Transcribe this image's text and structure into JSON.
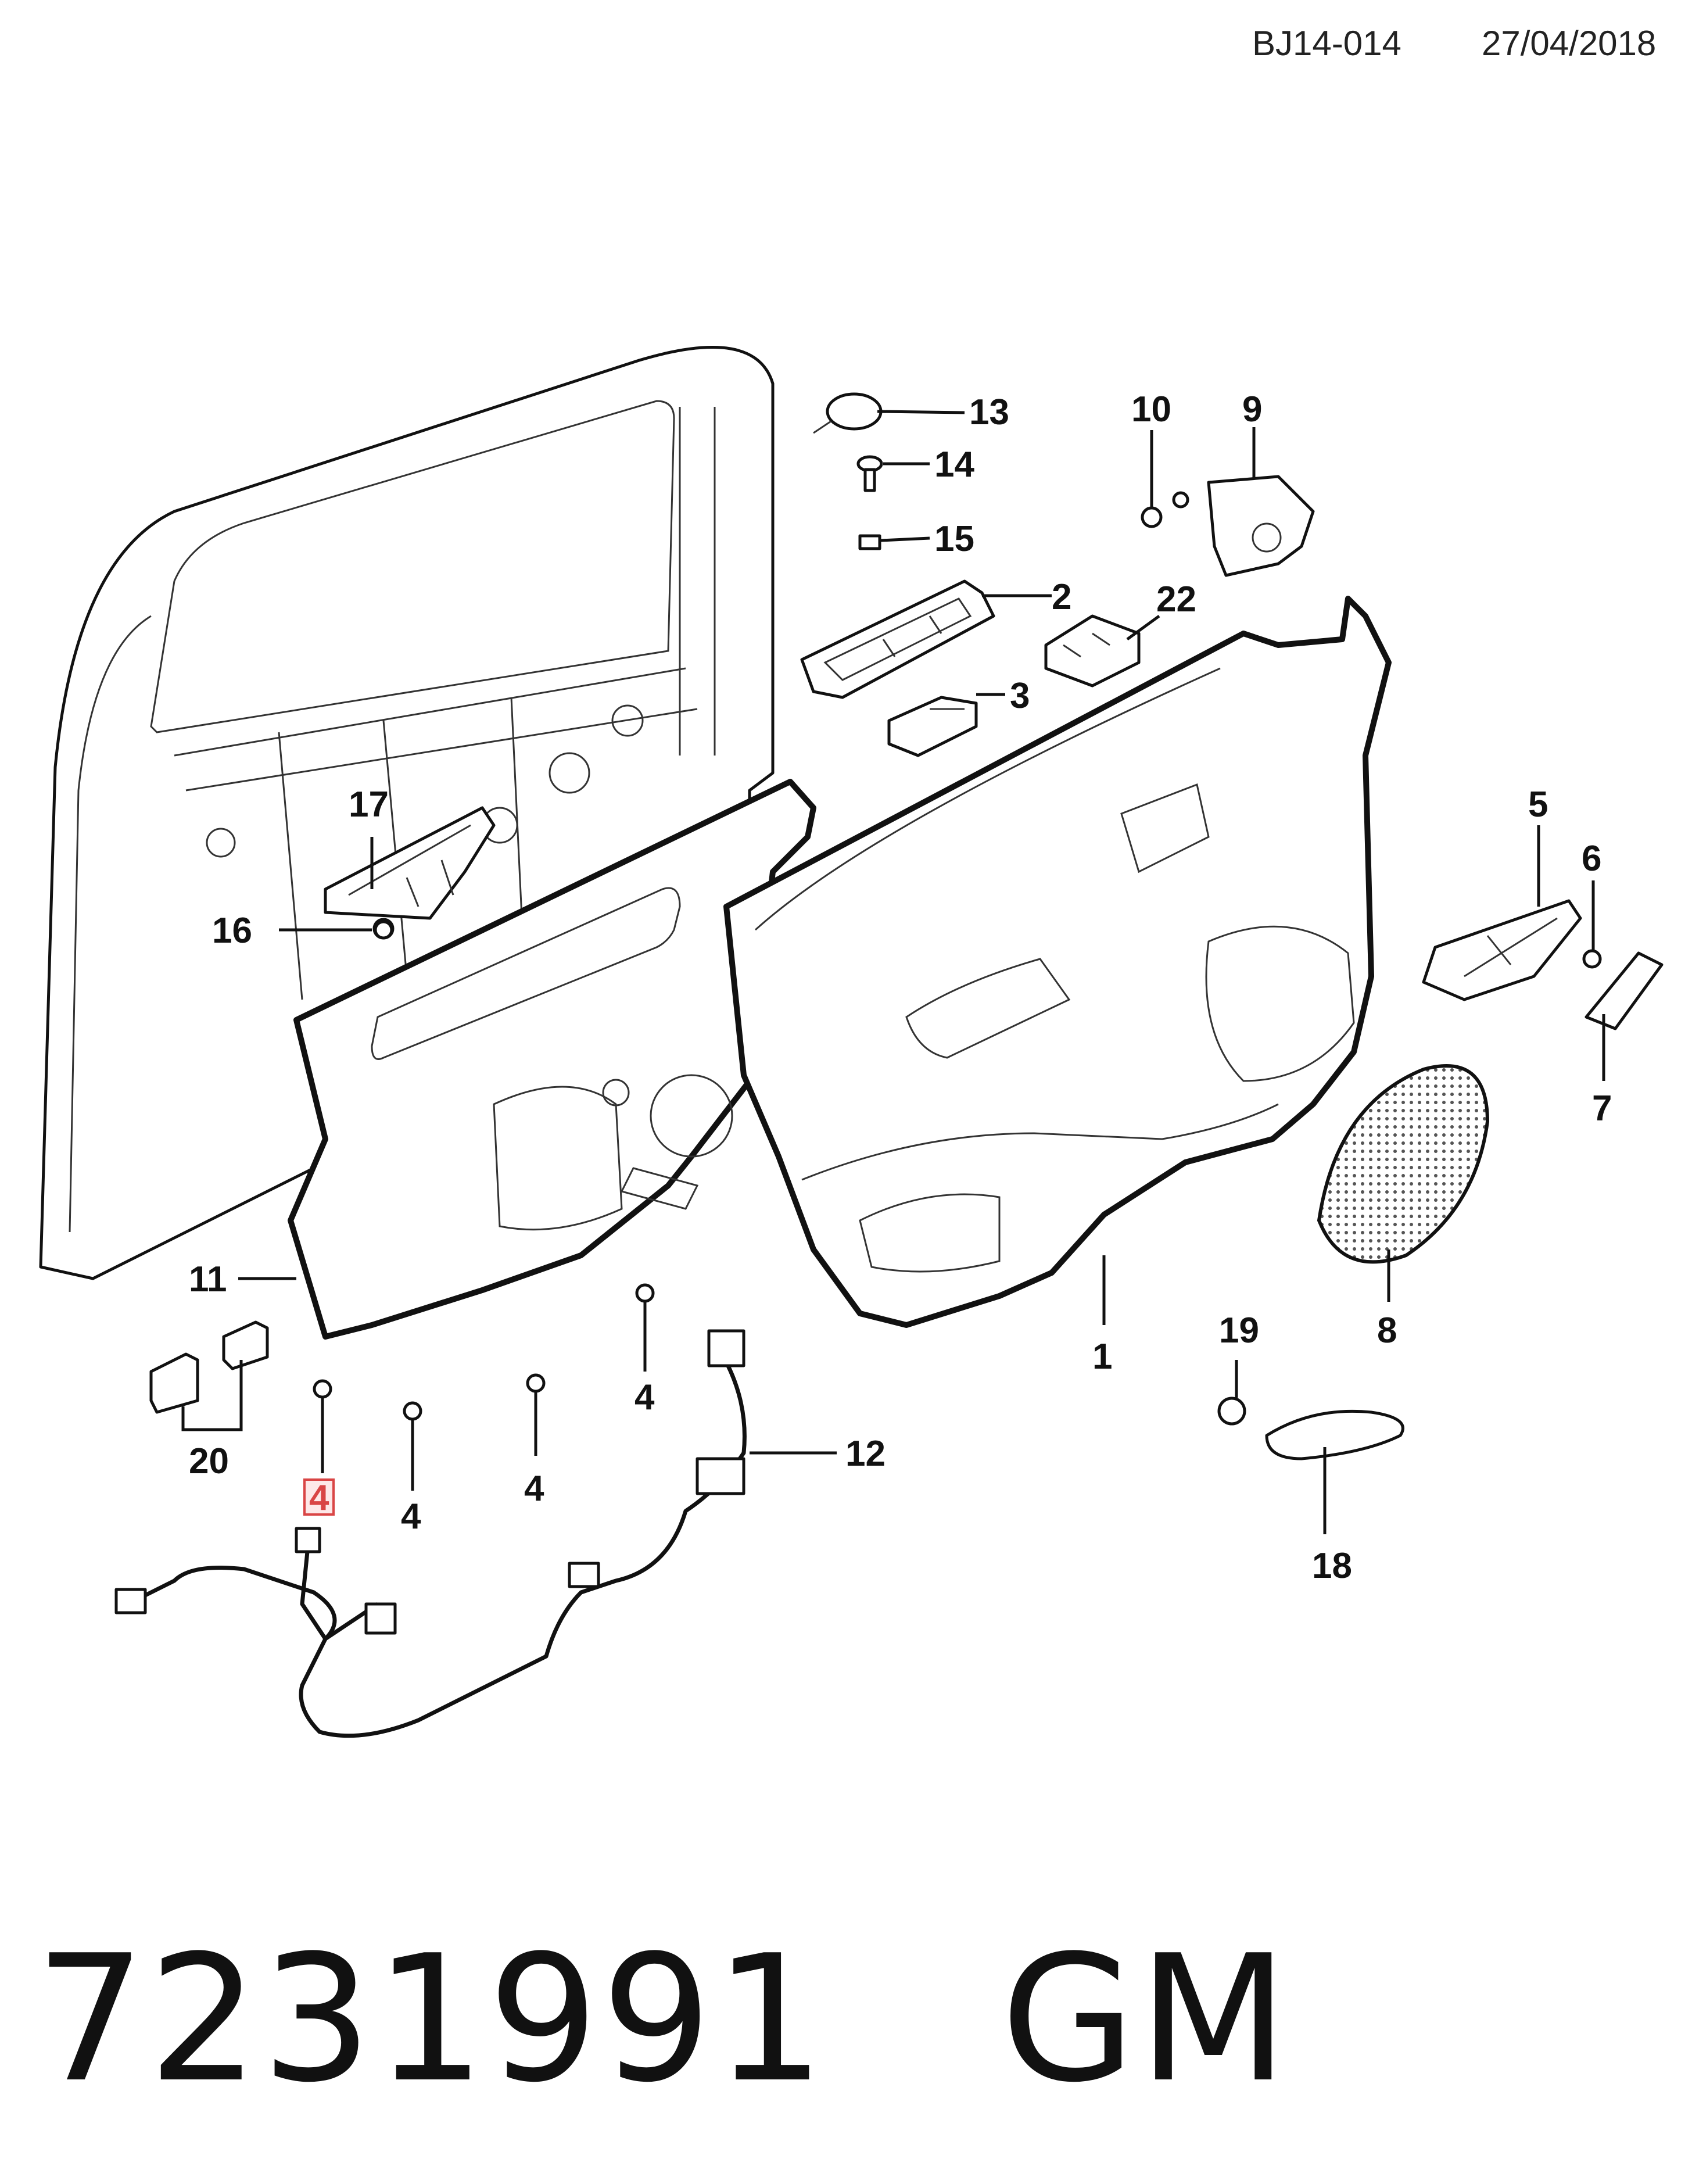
{
  "header": {
    "doc_code": "BJ14-014",
    "date": "27/04/2018"
  },
  "footer": {
    "part_number": "7231991",
    "brand": "GM"
  },
  "callouts": {
    "c1": "1",
    "c2": "2",
    "c3": "3",
    "c4a": "4",
    "c4b": "4",
    "c4c": "4",
    "c4d": "4",
    "c5": "5",
    "c6": "6",
    "c7": "7",
    "c8": "8",
    "c9": "9",
    "c10": "10",
    "c11": "11",
    "c12": "12",
    "c13": "13",
    "c14": "14",
    "c15": "15",
    "c16": "16",
    "c17": "17",
    "c18": "18",
    "c19": "19",
    "c20": "20",
    "c22": "22"
  },
  "highlighted_callout": "4",
  "highlight_color": "#d94545"
}
